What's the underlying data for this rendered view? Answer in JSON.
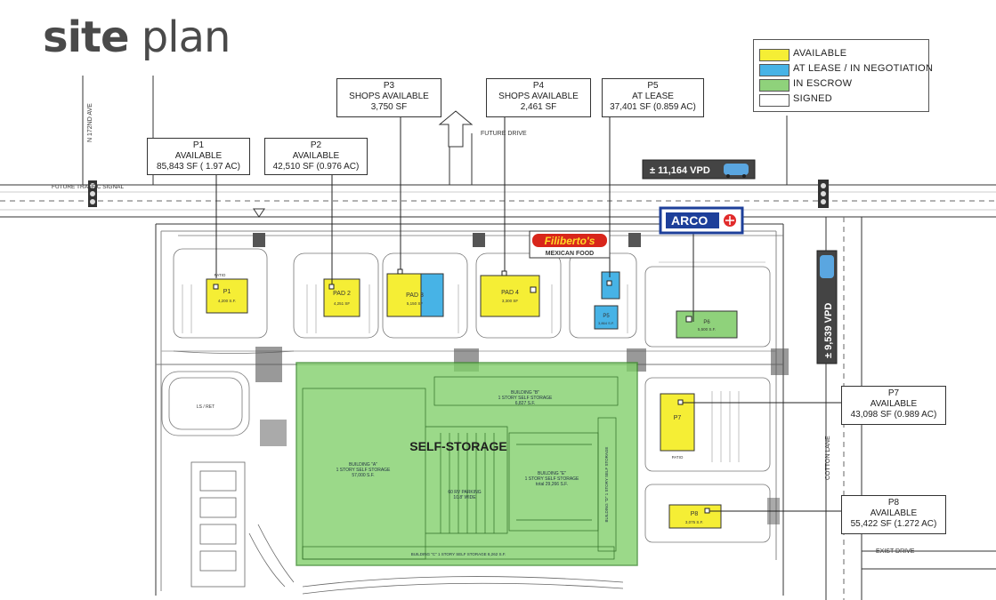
{
  "header": {
    "title_bold": "site",
    "title_light": "plan"
  },
  "legend": [
    {
      "label": "AVAILABLE",
      "color": "#f5ee35"
    },
    {
      "label": "AT LEASE / IN NEGOTIATION",
      "color": "#47b3e6"
    },
    {
      "label": "IN ESCROW",
      "color": "#8fd27b"
    },
    {
      "label": "SIGNED",
      "color": "#ffffff"
    }
  ],
  "callouts": {
    "p1": {
      "name": "P1",
      "status": "AVAILABLE",
      "size": "85,843 SF ( 1.97 AC)"
    },
    "p2": {
      "name": "P2",
      "status": "AVAILABLE",
      "size": "42,510 SF (0.976 AC)"
    },
    "p3": {
      "name": "P3",
      "status": "SHOPS AVAILABLE",
      "size": "3,750 SF"
    },
    "p4": {
      "name": "P4",
      "status": "SHOPS AVAILABLE",
      "size": "2,461 SF"
    },
    "p5": {
      "name": "P5",
      "status": "AT LEASE",
      "size": "37,401 SF (0.859 AC)"
    },
    "p7": {
      "name": "P7",
      "status": "AVAILABLE",
      "size": "43,098 SF (0.989 AC)"
    },
    "p8": {
      "name": "P8",
      "status": "AVAILABLE",
      "size": "55,422 SF (1.272 AC)"
    }
  },
  "traffic": {
    "top_vpd": "± 11,164 VPD",
    "right_vpd": "± 9,539 VPD"
  },
  "brands": {
    "arco": "ARCO",
    "filibertos": "Filiberto's",
    "filibertos_sub": "MEXICAN FOOD"
  },
  "labels": {
    "street_left": "N 172ND AVE",
    "future_drive": "FUTURE DRIVE",
    "future_signal": "FUTURE TRAFFIC SIGNAL",
    "self_storage": "SELF-STORAGE",
    "cotton_lane": "COTTON LANE",
    "exist_drive": "EXIST DRIVE",
    "ret": "LS / RET",
    "pad_p1": "P1",
    "pad_p1_sf": "4,200 S.F.",
    "pad_2": "PAD 2",
    "pad_2_sf": "4,251 SF",
    "pad_3": "PAD 3",
    "pad_3_sf": "5,150 SF",
    "pad_4": "PAD 4",
    "pad_4_sf": "3,300 SF",
    "pad_p5": "P5",
    "pad_p5_sf": "3,864 S.F.",
    "pad_p6": "P6",
    "pad_p6_sf": "5,500 S.F.",
    "pad_p7": "P7",
    "pad_p8": "P8",
    "pad_p8_sf": "3,075 S.F.",
    "patio": "PATIO",
    "bldg_a_1": "BUILDING \"A\"",
    "bldg_a_2": "1 STORY SELF STORAGE",
    "bldg_a_3": "57,000 S.F.",
    "bldg_b_1": "BUILDING \"B\"",
    "bldg_b_2": "1 STORY SELF STORAGE",
    "bldg_b_3": "6,827 S.F.",
    "bldg_e_1": "BUILDING \"E\"",
    "bldg_e_2": "1 STORY SELF STORAGE",
    "bldg_e_3": "total 29,266 S.F.",
    "rv_parking_1": "60 RV PARKING",
    "rv_parking_2": "10.8' WIDE",
    "bldg_d": "BUILDING \"D\" 1 STORY SELF STORAGE",
    "bldg_c": "BUILDING \"C\" 1 STORY SELF STORAGE 8,262 S.F."
  }
}
